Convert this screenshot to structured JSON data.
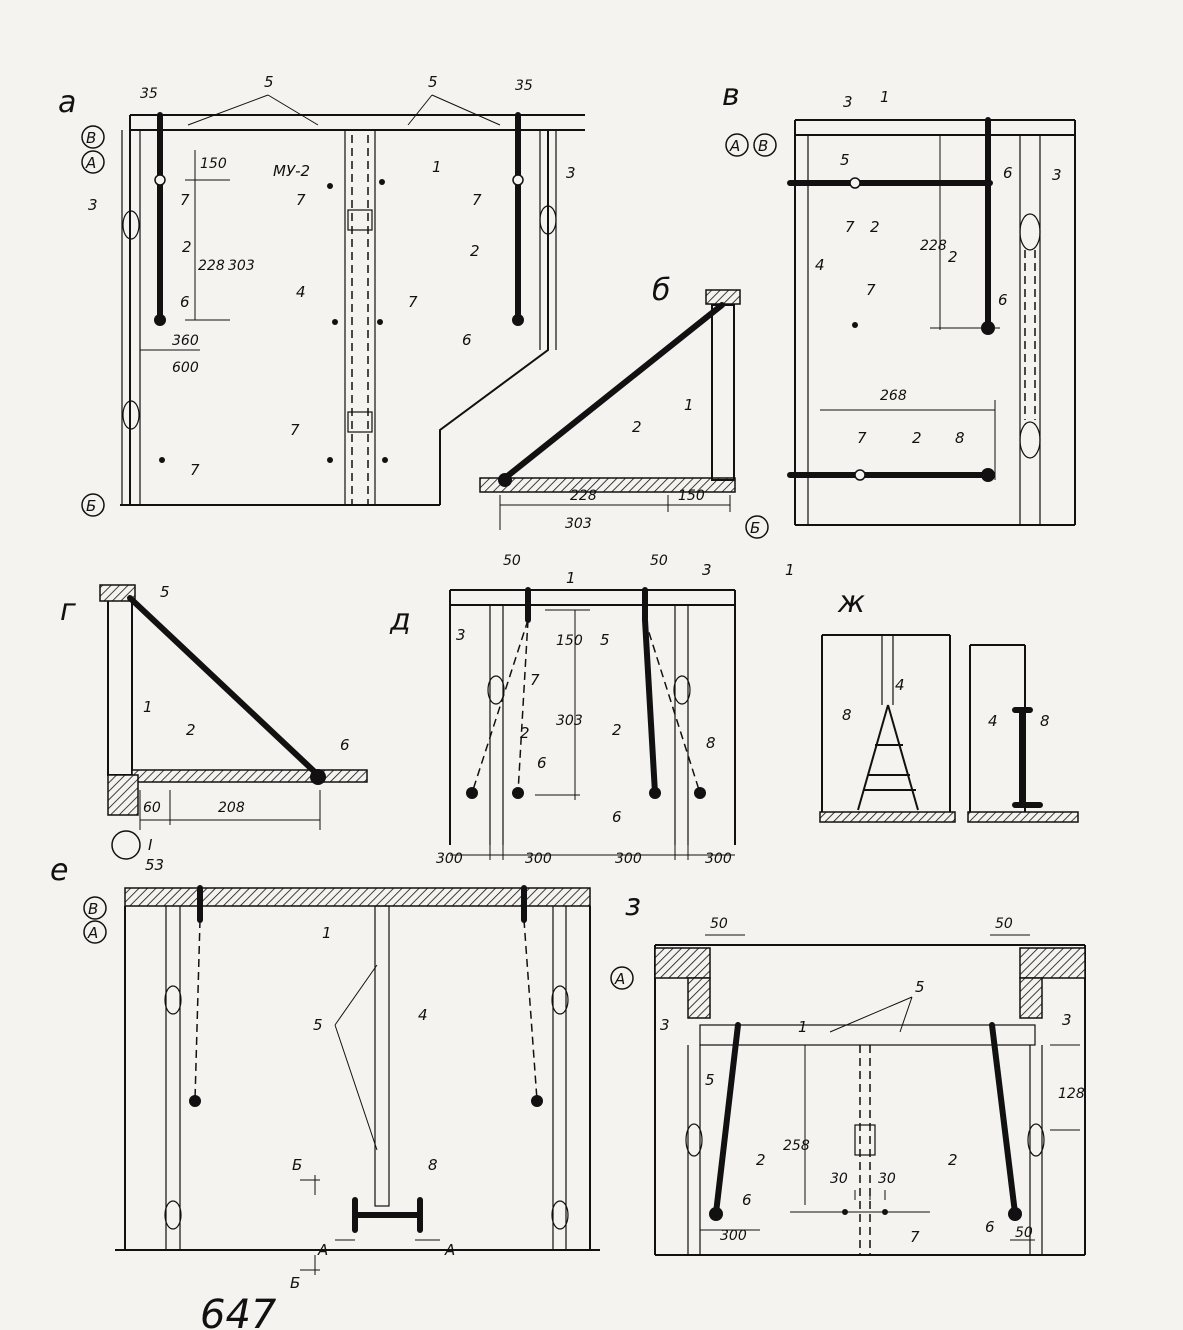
{
  "panels": {
    "a": {
      "label": "а",
      "axes": [
        "В",
        "А",
        "Б"
      ],
      "callouts": [
        "5",
        "5",
        "1",
        "МУ-2",
        "3",
        "3",
        "7",
        "7",
        "7",
        "7",
        "7",
        "7",
        "2",
        "2",
        "4",
        "6",
        "6"
      ],
      "dims": [
        "35",
        "35",
        "150",
        "228",
        "303",
        "360",
        "600"
      ]
    },
    "b": {
      "label": "б",
      "callouts": [
        "2",
        "1"
      ],
      "dims": [
        "228",
        "150",
        "303"
      ]
    },
    "v": {
      "label": "в",
      "axes": [
        "А",
        "В",
        "Б"
      ],
      "callouts": [
        "3",
        "1",
        "5",
        "3",
        "6",
        "7",
        "2",
        "2",
        "4",
        "7",
        "6",
        "7",
        "2",
        "8",
        "1"
      ],
      "dims": [
        "228",
        "268"
      ]
    },
    "g": {
      "label": "г",
      "callouts": [
        "5",
        "1",
        "2",
        "6",
        "I",
        "53"
      ],
      "dims": [
        "60",
        "208"
      ]
    },
    "d": {
      "label": "д",
      "callouts": [
        "1",
        "3",
        "3",
        "5",
        "7",
        "2",
        "2",
        "6",
        "6",
        "8"
      ],
      "dims": [
        "50",
        "50",
        "150",
        "303",
        "300",
        "300",
        "300",
        "300"
      ]
    },
    "zh": {
      "label": "ж",
      "callouts": [
        "4",
        "8",
        "4",
        "8"
      ]
    },
    "e": {
      "label": "е",
      "axes": [
        "В",
        "А"
      ],
      "callouts": [
        "1",
        "5",
        "4",
        "8"
      ],
      "section_marks": [
        "Б",
        "Б",
        "А",
        "А"
      ]
    },
    "z": {
      "label": "з",
      "axes": [
        "А"
      ],
      "callouts": [
        "1",
        "5",
        "3",
        "3",
        "5",
        "2",
        "2",
        "6",
        "6",
        "7"
      ],
      "dims": [
        "50",
        "50",
        "128",
        "258",
        "30",
        "30",
        "300",
        "50"
      ]
    }
  },
  "figure_caption": "647",
  "colors": {
    "ink": "#111111",
    "paper": "#f4f3ef"
  }
}
